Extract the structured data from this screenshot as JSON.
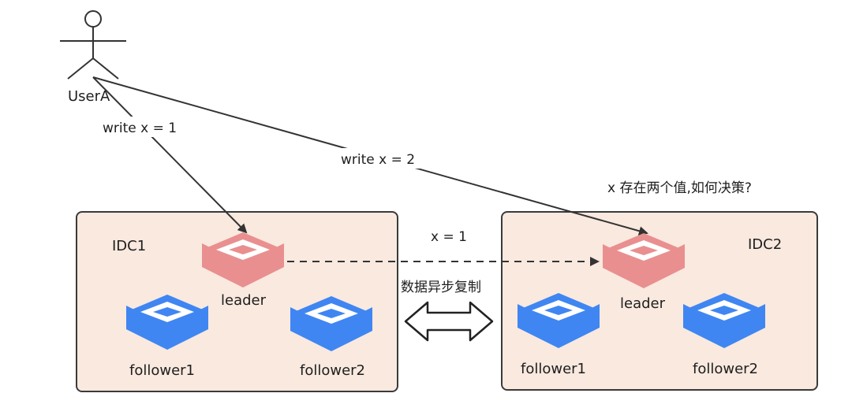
{
  "user": {
    "label": "UserA"
  },
  "edges": {
    "write1": "write x = 1",
    "write2": "write x = 2",
    "replicate_value": "x = 1",
    "replicate_label": "数据异步复制"
  },
  "question": "x 存在两个值,如何决策?",
  "idc1": {
    "label": "IDC1",
    "leader": "leader",
    "follower1": "follower1",
    "follower2": "follower2"
  },
  "idc2": {
    "label": "IDC2",
    "leader": "leader",
    "follower1": "follower1",
    "follower2": "follower2"
  },
  "colors": {
    "idc_fill": "#f9e9df",
    "idc_stroke": "#3a3a3a",
    "leader": "#e98f8f",
    "leader_dark": "#d77474",
    "follower": "#3f86f2",
    "follower_dark": "#2f6fd8",
    "line": "#333333"
  },
  "icons": {
    "user": "stick-figure-icon",
    "node": "redis-stack-icon",
    "sync": "double-arrow-icon"
  }
}
